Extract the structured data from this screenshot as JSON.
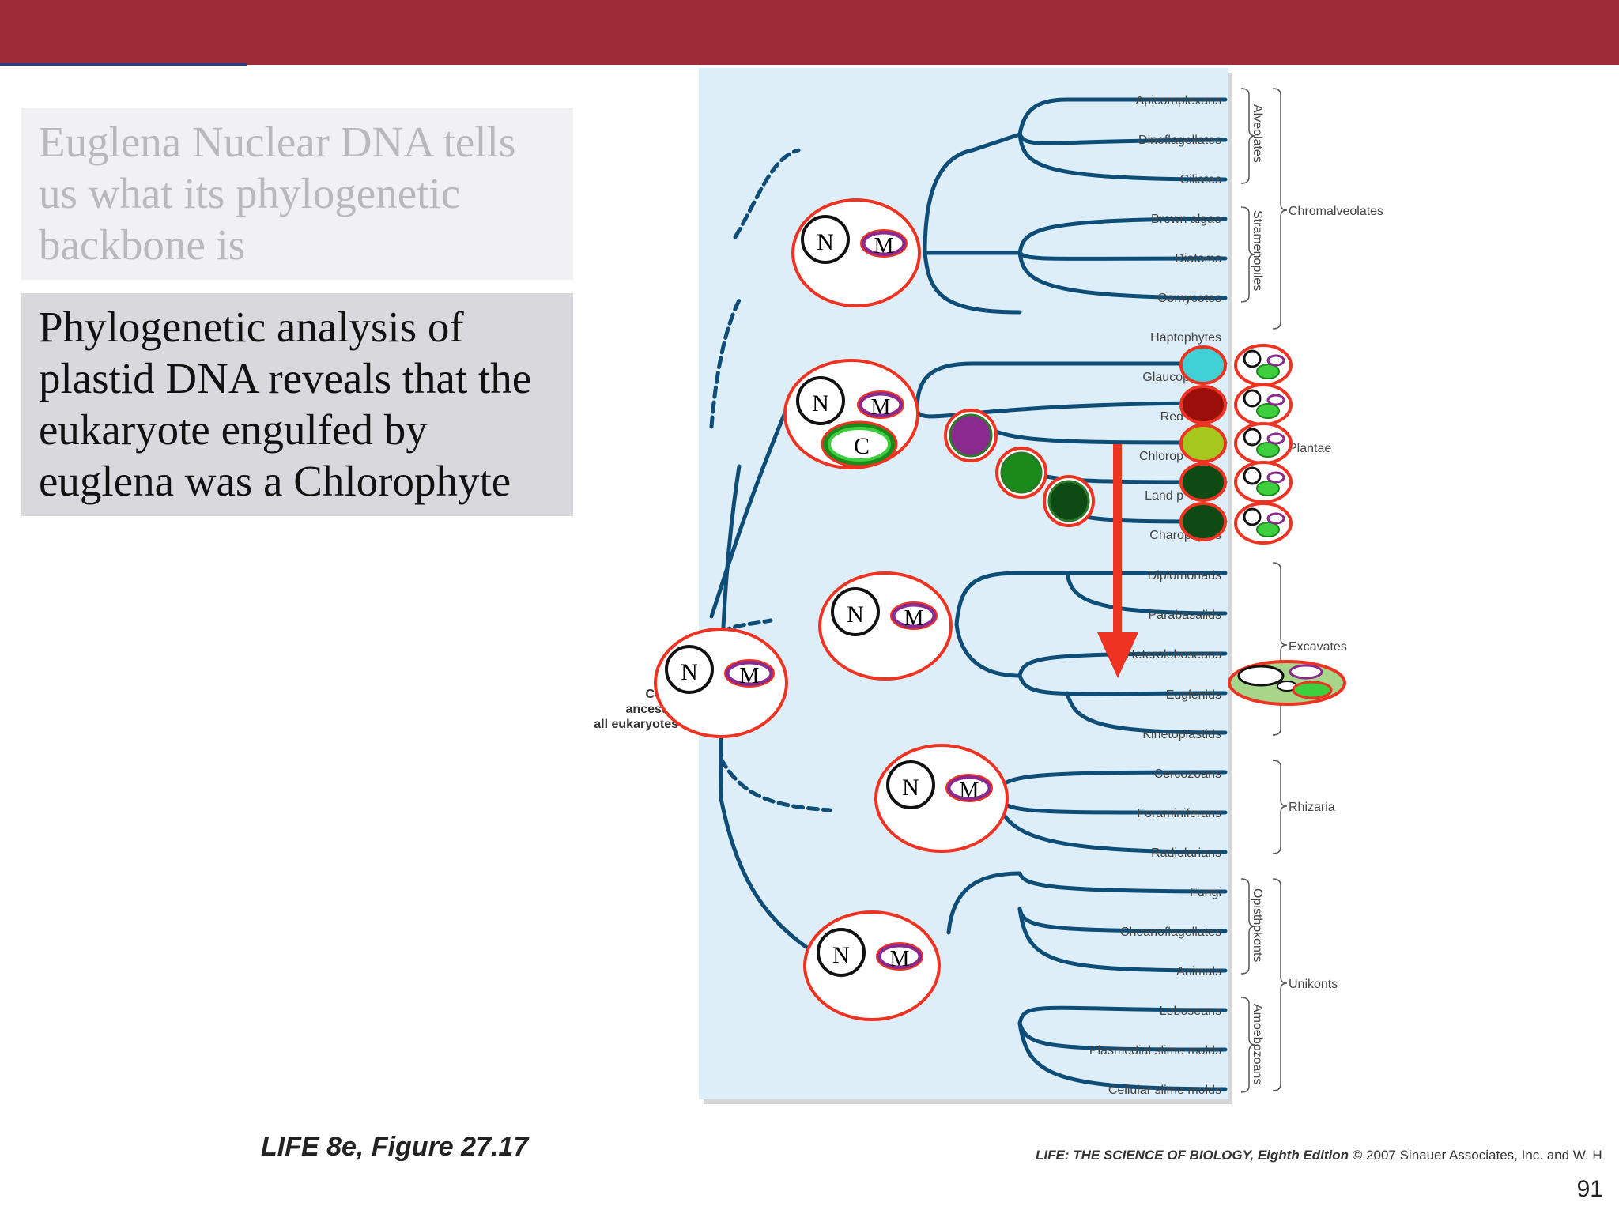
{
  "slide": {
    "text_box_1": "Euglena Nuclear DNA tells us what its phylogenetic backbone is",
    "text_box_2": "Phylogenetic analysis of plastid DNA reveals that the eukaryote engulfed by euglena was a Chlorophyte",
    "figure_caption": "LIFE 8e, Figure 27.17",
    "copyright_book": "LIFE: THE SCIENCE OF BIOLOGY, Eighth Edition",
    "copyright_rest": "© 2007 Sinauer Associates, Inc. and W. H",
    "slide_number": "91"
  },
  "tree": {
    "root_label": [
      "Com",
      "ancesto",
      "all eukaryotes"
    ],
    "taxa": [
      "Apicomplexans",
      "Dinoflagellates",
      "Ciliates",
      "Brown algae",
      "Diatoms",
      "Oomycetes",
      "Haptophytes",
      "Glaucop",
      "Red",
      "Chlorop",
      "Land p",
      "Charophytes",
      "Diplomonads",
      "Parabasalids",
      "Heteroloboseans",
      "Euglenids",
      "Kinetoplastids",
      "Cercozoans",
      "Foraminiferans",
      "Radiolarians",
      "Fungi",
      "Choanoflagellates",
      "Animals",
      "Loboseans",
      "Plasmodial slime molds",
      "Cellular slime molds"
    ],
    "subgroups": [
      "Alveolates",
      "Stramenopiles",
      "Opisthokonts",
      "Amoebozoans"
    ],
    "supergroups": [
      "Chromalveolates",
      "Plantae",
      "Excavates",
      "Rhizaria",
      "Unikonts"
    ]
  },
  "cell_labels": {
    "nucleus": "N",
    "mitochondrion": "M",
    "chloroplast": "C"
  },
  "plastid_colors": {
    "glaucophyte": "#3fd1d6",
    "red_alga": "#9a0f0a",
    "chlorophyte": "#a6c81e",
    "land_plant": "#0d4a14",
    "charophyte": "#0d4a14",
    "purple": "#8a2a8e",
    "green": "#1a8a1a"
  },
  "colors": {
    "top_bar": "#9e2b38",
    "arrow": "#ee3322",
    "outline": "#ee3322",
    "tree": "#0e4d78",
    "panel": "#dfeef8"
  }
}
